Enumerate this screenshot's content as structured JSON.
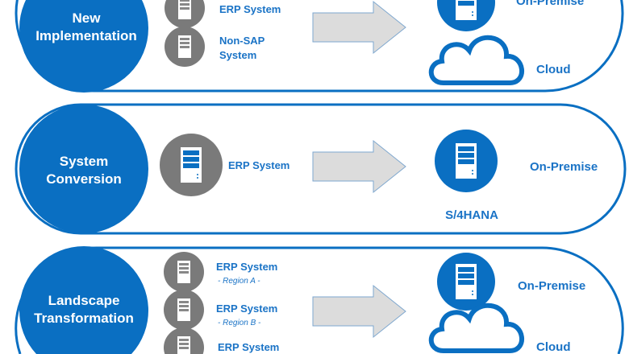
{
  "colors": {
    "blue": "#0a6fc2",
    "gray": "#7a7a7a",
    "arrow": "#d9d9d9"
  },
  "panels": [
    {
      "title_lines": [
        "New",
        "Implementation"
      ],
      "sources": [
        {
          "label": "ERP System"
        },
        {
          "label_lines": [
            "Non-SAP",
            "System"
          ]
        }
      ],
      "targets": {
        "on_premise": "On-Premise",
        "cloud": "Cloud"
      }
    },
    {
      "title_lines": [
        "System",
        "Conversion"
      ],
      "sources": [
        {
          "label": "ERP System"
        }
      ],
      "targets": {
        "on_premise": "On-Premise",
        "product": "S/4HANA"
      }
    },
    {
      "title_lines": [
        "Landscape",
        "Transformation"
      ],
      "sources": [
        {
          "label": "ERP System",
          "region": "- Region A -"
        },
        {
          "label": "ERP System",
          "region": "- Region B -"
        },
        {
          "label": "ERP System"
        }
      ],
      "targets": {
        "on_premise": "On-Premise",
        "cloud": "Cloud"
      }
    }
  ]
}
